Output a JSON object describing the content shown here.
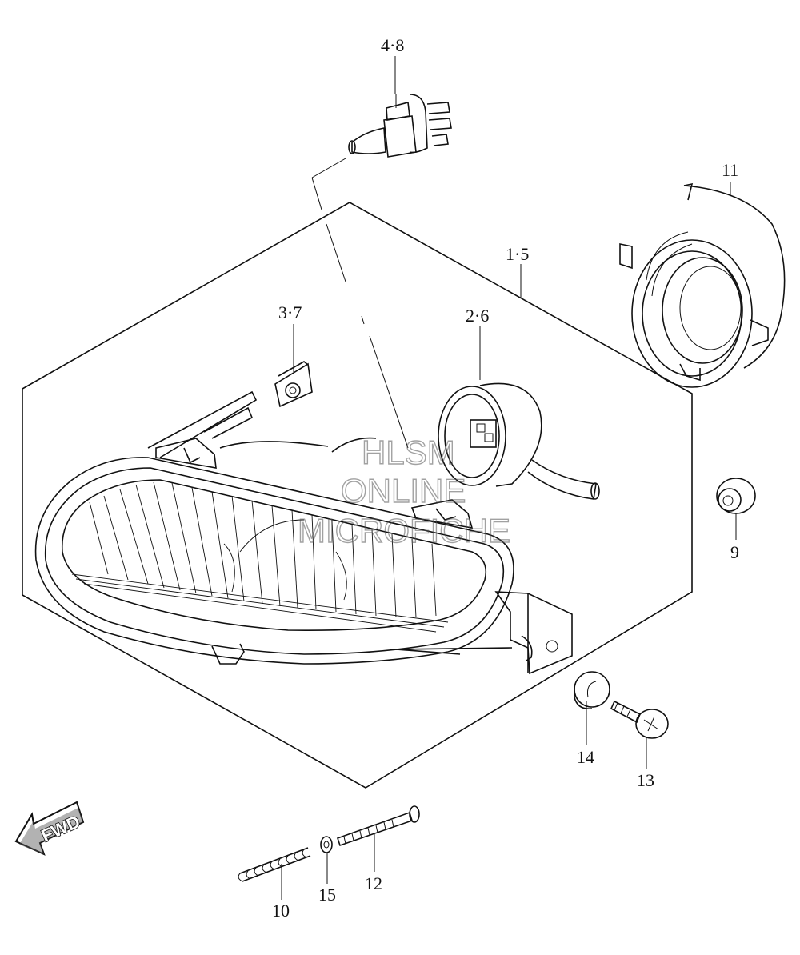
{
  "callouts": {
    "bulb": "4·8",
    "housing": "1·5",
    "clip": "3·7",
    "socket": "2·6",
    "cover": "11",
    "grommet_right": "9",
    "grommet_lower": "14",
    "screw": "13",
    "spring": "10",
    "washer": "15",
    "bolt": "12"
  },
  "direction": {
    "fwd": "FWD"
  },
  "watermark": {
    "line1": "HLSM",
    "line2": "ONLINE",
    "line3": "MICROFICHE"
  },
  "colors": {
    "ink": "#111111",
    "background": "#ffffff",
    "watermark": "#555555"
  },
  "icons": {
    "fwd": "fwd-arrow-icon"
  }
}
